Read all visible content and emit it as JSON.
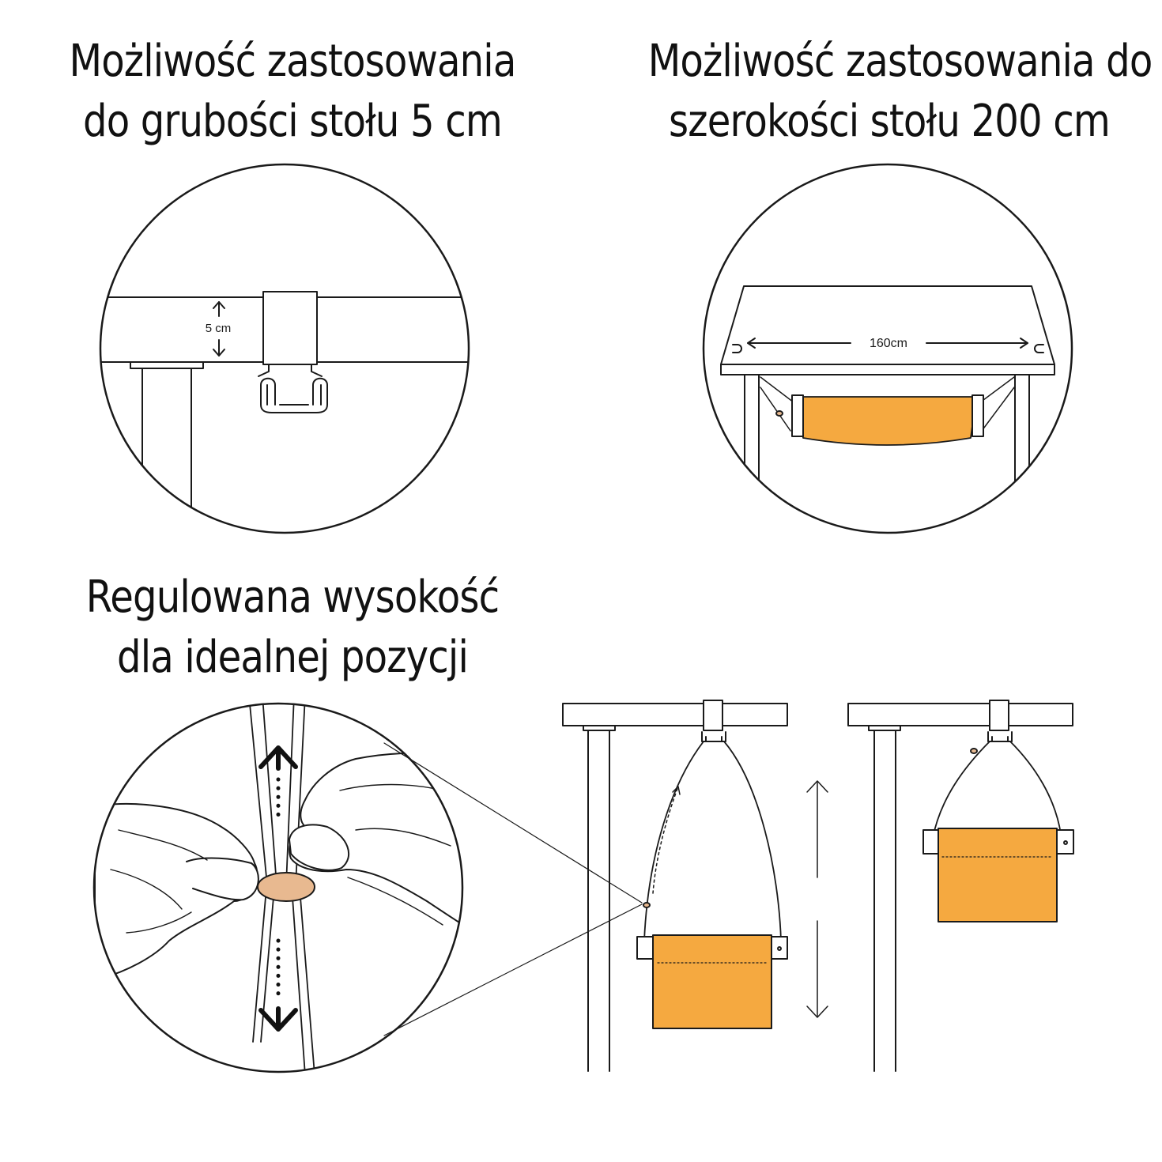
{
  "panels": {
    "thickness": {
      "title_line1": "Możliwość zastosowania",
      "title_line2": "do grubości stołu 5 cm",
      "dimension_label": "5 cm"
    },
    "width": {
      "title_line1": "Możliwość zastosowania do",
      "title_line2": "szerokości stołu 200 cm",
      "dimension_label": "160cm"
    },
    "height": {
      "title_line1": "Regulowana wysokość",
      "title_line2": "dla idealnej pozycji"
    }
  },
  "colors": {
    "hammock": "#f5a940",
    "slider": "#e8b990",
    "line": "#1a1a1a"
  },
  "icons": [
    "up-down-arrow-icon",
    "hand-icon",
    "hook-icon"
  ]
}
